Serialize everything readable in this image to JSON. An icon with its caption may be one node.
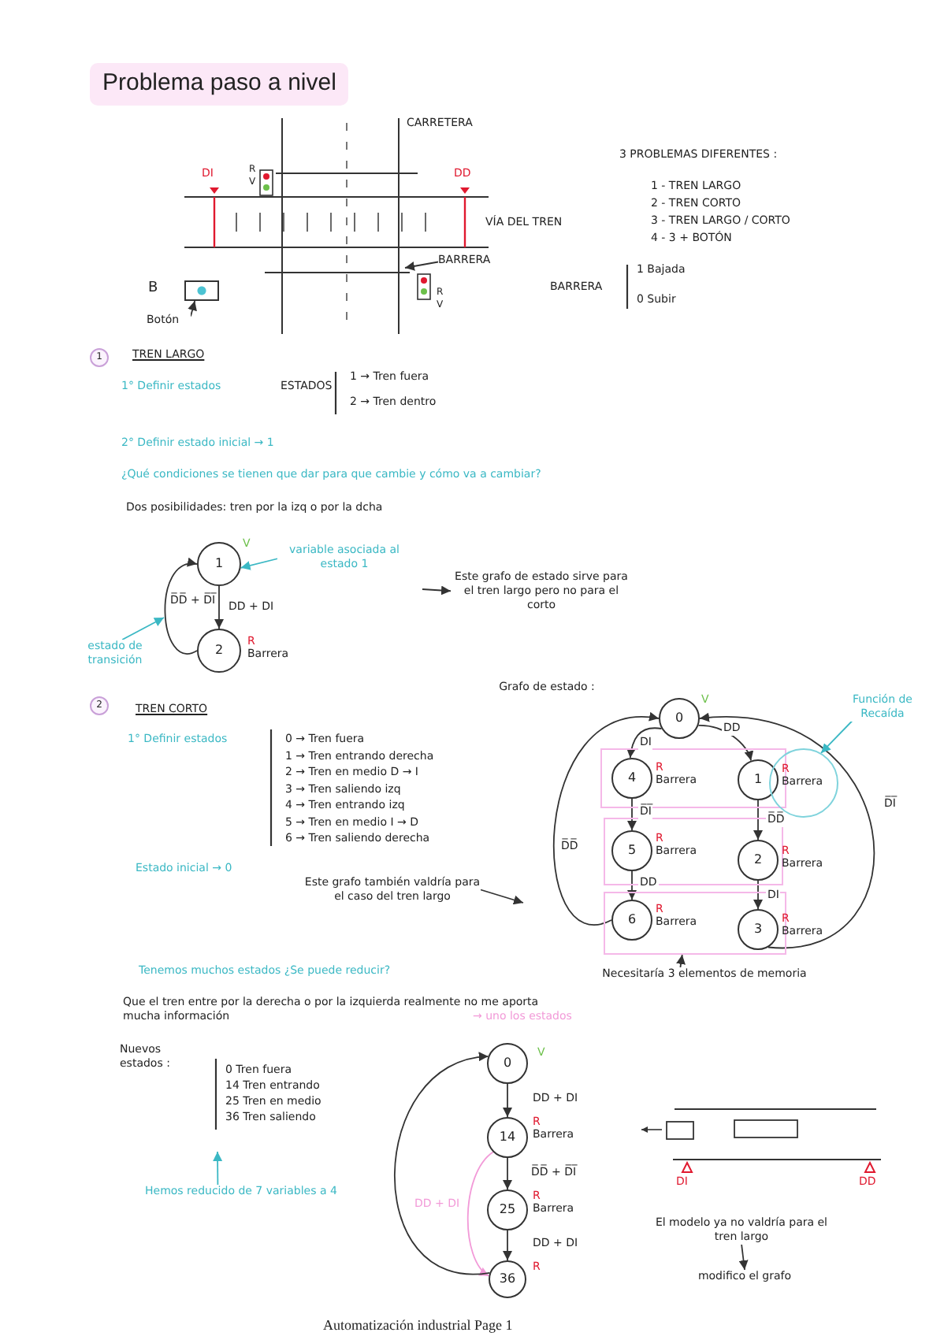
{
  "diagram": {
    "title": "Problema paso a nivel",
    "nodes": [
      {
        "text": [
          "Botón"
        ]
      },
      {
        "text": [],
        "shape": "box"
      },
      {
        "text": [
          "BARRERA"
        ]
      },
      {
        "text": [
          "1"
        ]
      },
      {
        "text": [
          "1"
        ],
        "beside": [
          "V"
        ]
      },
      {
        "text": [
          "2"
        ],
        "beside": [
          "R",
          "Barrera"
        ]
      },
      {
        "text": [
          "variable asociada al estado 1"
        ]
      },
      {
        "text": [
          "estado de transición"
        ]
      },
      {
        "text": [
          "Este grafo de estado sirve para el tren largo pero no para el corto"
        ]
      },
      {
        "text": [
          "2"
        ]
      },
      {
        "text": [
          "Este grafo también valdría para el caso del tren largo"
        ]
      },
      {
        "text": [
          "0"
        ],
        "beside": [
          "V"
        ]
      },
      {
        "text": [],
        "shape": "box"
      },
      {
        "text": [
          "4"
        ],
        "beside": [
          "R",
          "Barrera"
        ],
        "in": 12
      },
      {
        "text": [
          "1"
        ],
        "beside": [
          "R",
          "Barrera"
        ],
        "in": 12
      },
      {
        "text": [],
        "shape": "box"
      },
      {
        "text": [
          "5"
        ],
        "beside": [
          "R",
          "Barrera"
        ],
        "in": 15
      },
      {
        "text": [
          "2"
        ],
        "beside": [
          "R",
          "Barrera"
        ],
        "in": 15
      },
      {
        "text": [],
        "shape": "box"
      },
      {
        "text": [
          "6"
        ],
        "beside": [
          "R",
          "Barrera"
        ],
        "in": 18
      },
      {
        "text": [
          "3"
        ],
        "beside": [
          "R",
          "Barrera"
        ],
        "in": 18
      },
      {
        "text": [],
        "shape": "circle"
      },
      {
        "text": [
          "Función de Recaída"
        ]
      },
      {
        "text": [
          "Necesitaría 3 elementos de memoria"
        ]
      },
      {
        "text": [
          "Hemos reducido de 7 variables a 4"
        ]
      },
      {
        "text": [
          "0"
        ],
        "beside": [
          "V"
        ]
      },
      {
        "text": [
          "14"
        ],
        "beside": [
          "R",
          "Barrera"
        ]
      },
      {
        "text": [
          "25"
        ],
        "beside": [
          "R",
          "Barrera"
        ]
      },
      {
        "text": [
          "36"
        ],
        "beside": [
          "R"
        ]
      },
      {
        "text": [
          "El modelo ya no valdría para el tren largo"
        ]
      },
      {
        "text": [
          "modifico el grafo"
        ]
      }
    ],
    "edges": [
      {
        "from": 0,
        "to": 1,
        "arrow": "to"
      },
      {
        "from": 2,
        "to": null,
        "arrow": "to"
      },
      {
        "from": 4,
        "to": 5,
        "arrow": "to",
        "label": "DD + DI"
      },
      {
        "from": 5,
        "to": 4,
        "arrow": "to",
        "label": "D̅D̅ + D̅I̅"
      },
      {
        "from": 6,
        "to": 4,
        "arrow": "to",
        "color": "#3bb8c4"
      },
      {
        "from": 7,
        "to": null,
        "arrow": "to",
        "color": "#3bb8c4"
      },
      {
        "from": null,
        "to": 8,
        "arrow": "to"
      },
      {
        "from": 10,
        "to": null,
        "arrow": "to"
      },
      {
        "from": 11,
        "to": 13,
        "arrow": "to",
        "label": "DI"
      },
      {
        "from": 11,
        "to": 14,
        "arrow": "to",
        "label": "DD"
      },
      {
        "from": 13,
        "to": 16,
        "arrow": "to",
        "label": "D̅I̅"
      },
      {
        "from": 16,
        "to": 19,
        "arrow": "to",
        "label": "DD"
      },
      {
        "from": 19,
        "to": 11,
        "arrow": "to",
        "label": "D̅D̅"
      },
      {
        "from": 14,
        "to": 17,
        "arrow": "to",
        "label": "D̅D̅"
      },
      {
        "from": 17,
        "to": 20,
        "arrow": "to",
        "label": "DI"
      },
      {
        "from": 20,
        "to": 11,
        "arrow": "to",
        "label": "D̅I̅"
      },
      {
        "from": 22,
        "to": 21,
        "arrow": "to",
        "color": "#3bb8c4"
      },
      {
        "from": 23,
        "to": 18,
        "arrow": "to"
      },
      {
        "from": 24,
        "to": null,
        "arrow": "to",
        "color": "#3bb8c4"
      },
      {
        "from": 25,
        "to": 26,
        "arrow": "to",
        "label": "DD + DI"
      },
      {
        "from": 26,
        "to": 27,
        "arrow": "to",
        "label": "D̅D̅ + D̅I̅"
      },
      {
        "from": 27,
        "to": 28,
        "arrow": "to",
        "label": "DD + DI"
      },
      {
        "from": 26,
        "to": 28,
        "arrow": "to",
        "label": "DD + DI",
        "color": "#f29ad8"
      },
      {
        "from": 28,
        "to": 25,
        "arrow": "to"
      },
      {
        "from": 29,
        "to": 30,
        "arrow": "to"
      }
    ],
    "labels": [
      "CARRETERA",
      "R",
      "V",
      "DI",
      "DD",
      "VÍA DEL TREN",
      "R",
      "V",
      "B",
      "3 PROBLEMAS DIFERENTES :",
      "1 - TREN LARGO",
      "2 - TREN CORTO",
      "3 - TREN LARGO / CORTO",
      "4 - 3 + BOTÓN",
      "BARRERA",
      "1 Bajada",
      "0 Subir",
      "TREN LARGO",
      "1° Definir estados",
      "ESTADOS",
      "1 → Tren fuera",
      "2 → Tren dentro",
      "2° Definir estado inicial → 1",
      "¿Qué condiciones se tienen que dar para que cambie y cómo va a cambiar?",
      "Dos posibilidades: tren por la izq o por la dcha",
      "TREN CORTO",
      "Grafo de estado :",
      "1° Definir estados",
      "0 → Tren fuera",
      "1 → Tren entrando derecha",
      "2 → Tren en medio D → I",
      "3 → Tren saliendo izq",
      "4 → Tren entrando izq",
      "5 → Tren en medio I → D",
      "6 → Tren saliendo derecha",
      "Estado inicial → 0",
      "Tenemos muchos estados ¿Se puede reducir?",
      "Que el tren entre por la derecha o por la izquierda realmente no me aporta mucha información",
      "→ uno los estados",
      "Nuevos estados :",
      "0 Tren fuera",
      "14 Tren entrando",
      "25 Tren en medio",
      "36 Tren saliendo",
      "DI",
      "DD",
      "Automatización industrial Page 1"
    ]
  }
}
